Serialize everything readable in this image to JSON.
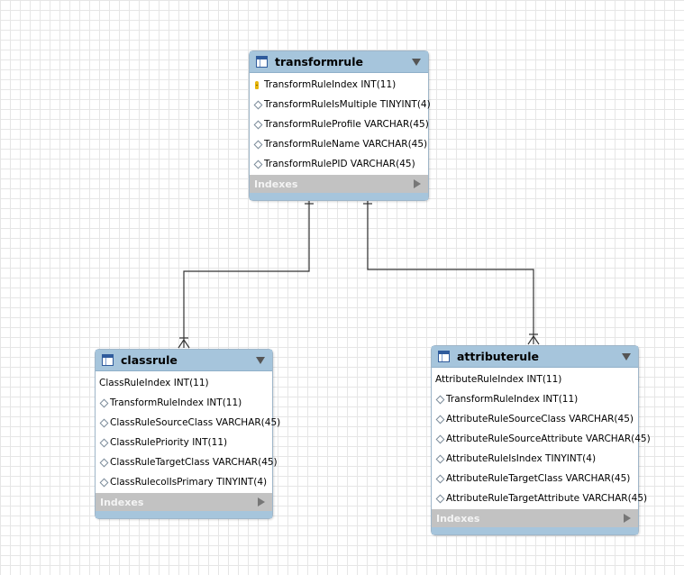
{
  "tables": {
    "transformrule": {
      "title": "transformrule",
      "columns": [
        {
          "label": "TransformRuleIndex INT(11)",
          "marker": "primary-key"
        },
        {
          "label": "TransformRuleIsMultiple TINYINT(4)",
          "marker": "diamond"
        },
        {
          "label": "TransformRuleProfile VARCHAR(45)",
          "marker": "diamond"
        },
        {
          "label": "TransformRuleName VARCHAR(45)",
          "marker": "diamond"
        },
        {
          "label": "TransformRulePID VARCHAR(45)",
          "marker": "diamond"
        }
      ],
      "indexes_label": "Indexes"
    },
    "classrule": {
      "title": "classrule",
      "columns": [
        {
          "label": "ClassRuleIndex INT(11)",
          "marker": "none"
        },
        {
          "label": "TransformRuleIndex INT(11)",
          "marker": "diamond"
        },
        {
          "label": "ClassRuleSourceClass VARCHAR(45)",
          "marker": "diamond"
        },
        {
          "label": "ClassRulePriority INT(11)",
          "marker": "diamond"
        },
        {
          "label": "ClassRuleTargetClass VARCHAR(45)",
          "marker": "diamond"
        },
        {
          "label": "ClassRulecolIsPrimary TINYINT(4)",
          "marker": "diamond"
        }
      ],
      "indexes_label": "Indexes"
    },
    "attributerule": {
      "title": "attributerule",
      "columns": [
        {
          "label": "AttributeRuleIndex INT(11)",
          "marker": "none"
        },
        {
          "label": "TransformRuleIndex INT(11)",
          "marker": "diamond"
        },
        {
          "label": "AttributeRuleSourceClass VARCHAR(45)",
          "marker": "diamond"
        },
        {
          "label": "AttributeRuleSourceAttribute VARCHAR(45)",
          "marker": "diamond"
        },
        {
          "label": "AttributeRuleIsIndex TINYINT(4)",
          "marker": "diamond"
        },
        {
          "label": "AttributeRuleTargetClass VARCHAR(45)",
          "marker": "diamond"
        },
        {
          "label": "AttributeRuleTargetAttribute VARCHAR(45)",
          "marker": "diamond"
        }
      ],
      "indexes_label": "Indexes"
    }
  },
  "relationships": [
    {
      "from": "transformrule",
      "to": "classrule",
      "from_cardinality": "one-and-only-one",
      "to_cardinality": "one-or-many"
    },
    {
      "from": "transformrule",
      "to": "attributerule",
      "from_cardinality": "one-and-only-one",
      "to_cardinality": "one-or-many"
    }
  ],
  "colors": {
    "header": "#a6c5dc",
    "indexes_bar": "#c2c2c2",
    "connector": "#333333",
    "grid": "#e6e6e6"
  }
}
